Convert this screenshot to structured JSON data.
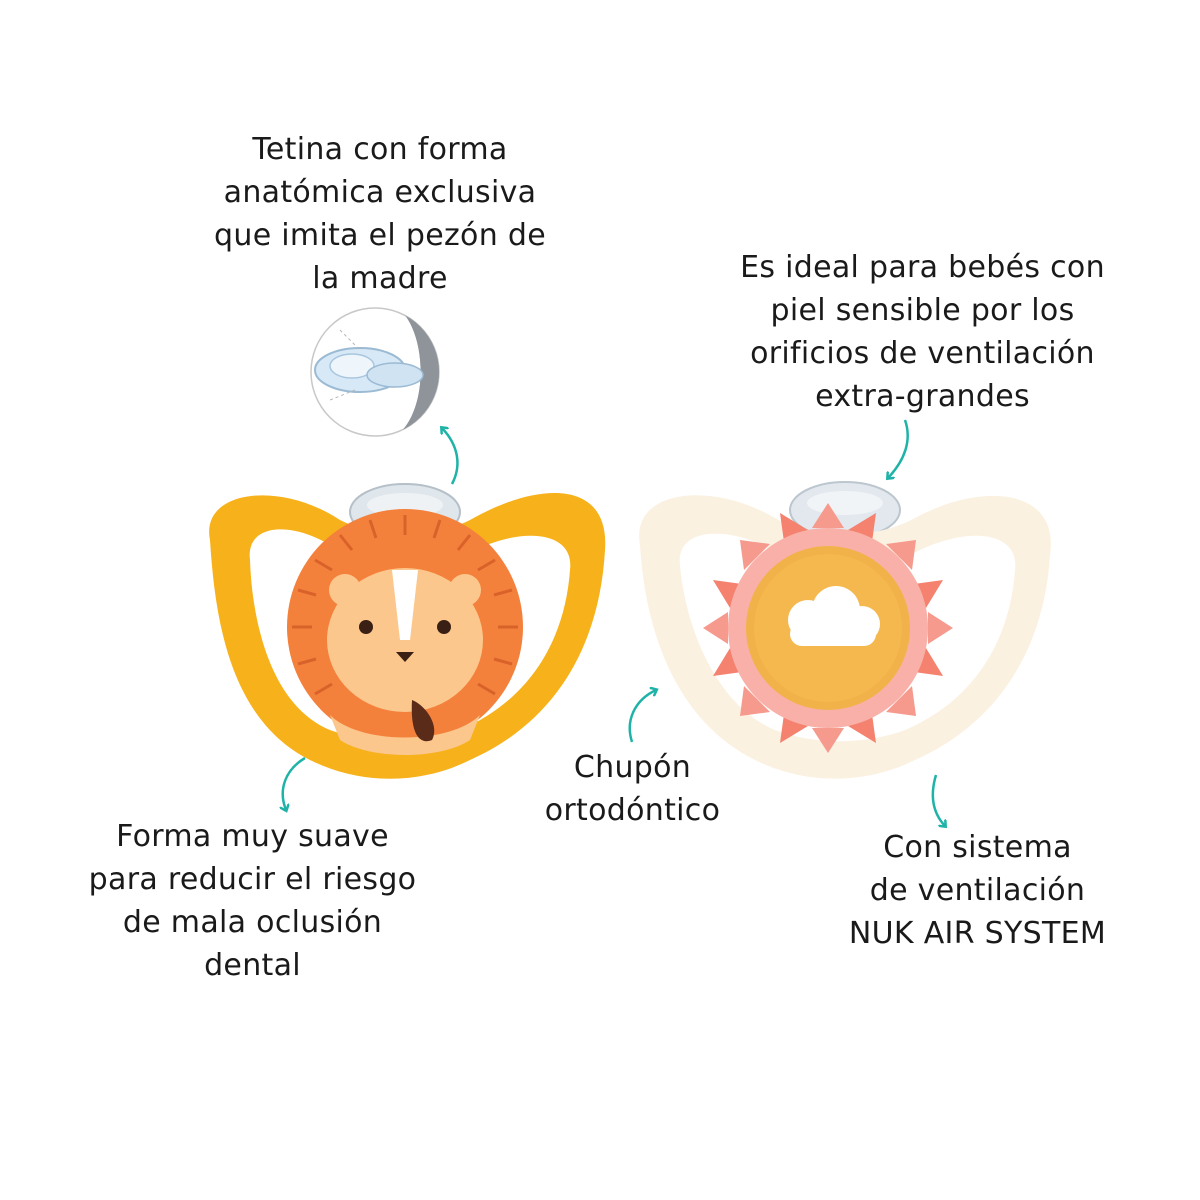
{
  "captions": {
    "tetina": [
      "Tetina con forma",
      "anatómica exclusiva",
      "que imita el pezón de",
      "la madre"
    ],
    "ideal": [
      "Es ideal para bebés con",
      "piel sensible por los",
      "orificios de ventilación",
      "extra-grandes"
    ],
    "forma": [
      "Forma muy suave",
      "para reducir el riesgo",
      "de mala oclusión",
      "dental"
    ],
    "chupon": [
      "Chupón",
      "ortodóntico"
    ],
    "sistema": [
      "Con sistema",
      "de ventilación",
      "NUK AIR SYSTEM"
    ]
  },
  "colors": {
    "arrow": "#1fb3a8",
    "lion_shield": "#f7b11a",
    "sun_shield": "#fbf1e1"
  },
  "icons": [
    "teat-detail-illustration",
    "lion-pacifier-product",
    "sun-cloud-pacifier-product"
  ]
}
